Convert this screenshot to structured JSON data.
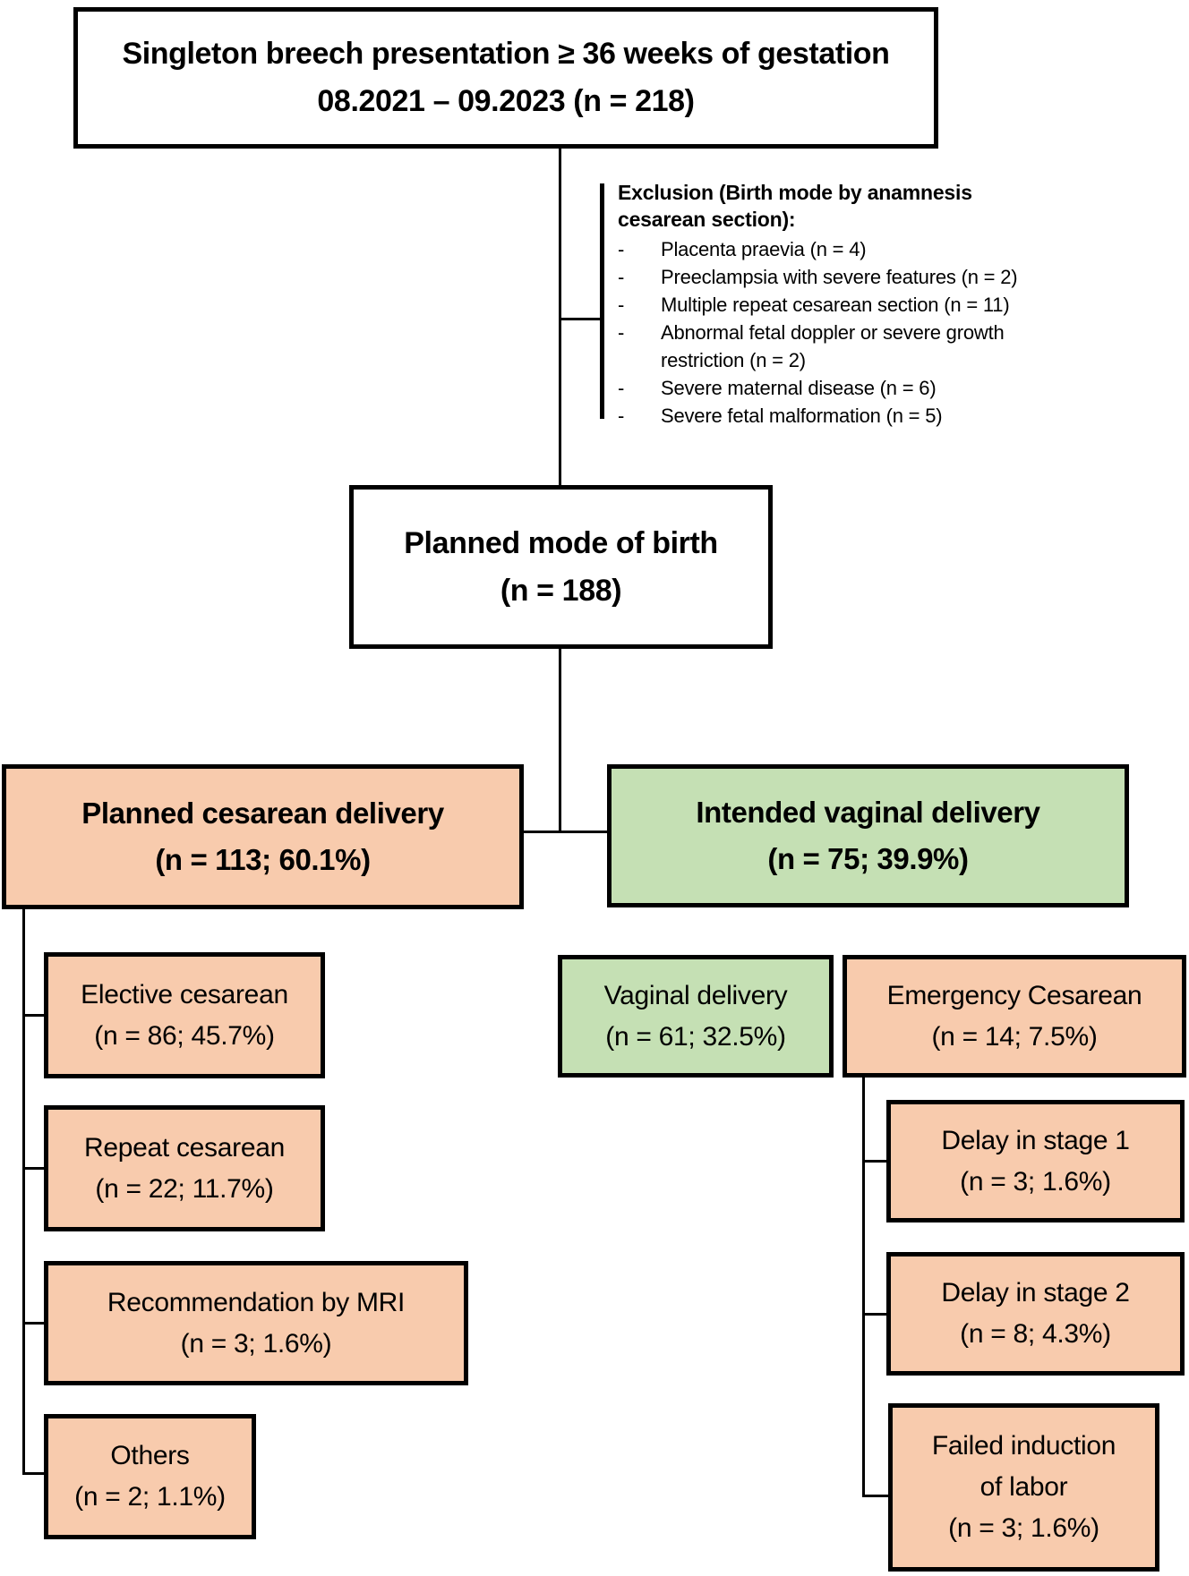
{
  "top_box": {
    "title": "Singleton breech presentation ≥ 36 weeks of gestation",
    "period": "08.2021 – 09.2023 (n = 218)"
  },
  "exclusion": {
    "title": "Exclusion (Birth mode by anamnesis cesarean section):",
    "dash": "-",
    "items": [
      "Placenta praevia (n = 4)",
      "Preeclampsia with severe features (n = 2)",
      "Multiple repeat cesarean section (n = 11)",
      "Abnormal fetal doppler or severe growth restriction (n = 2)",
      "Severe maternal disease (n = 6)",
      "Severe fetal malformation (n = 5)"
    ]
  },
  "planned_mode": {
    "label": "Planned mode of birth",
    "stat": "(n = 188)"
  },
  "branches": {
    "planned_cesarean": {
      "label": "Planned cesarean delivery",
      "stat": "(n = 113; 60.1%)"
    },
    "intended_vaginal": {
      "label": "Intended vaginal delivery",
      "stat": "(n = 75; 39.9%)"
    }
  },
  "cesarean_outcomes": [
    {
      "label": "Elective cesarean",
      "stat": "(n = 86; 45.7%)"
    },
    {
      "label": "Repeat cesarean",
      "stat": "(n = 22; 11.7%)"
    },
    {
      "label": "Recommendation by MRI",
      "stat": "(n = 3; 1.6%)"
    },
    {
      "label": "Others",
      "stat": "(n = 2; 1.1%)"
    }
  ],
  "vaginal_outcomes": [
    {
      "label": "Vaginal delivery",
      "stat": "(n = 61; 32.5%)"
    },
    {
      "label": "Emergency Cesarean",
      "stat": "(n = 14; 7.5%)"
    }
  ],
  "emergency_reasons": [
    {
      "label": "Delay in stage 1",
      "stat": "(n = 3; 1.6%)"
    },
    {
      "label": "Delay in stage 2",
      "stat": "(n = 8; 4.3%)"
    },
    {
      "label": "Failed induction of labor",
      "stat": "(n = 3; 1.6%)"
    }
  ],
  "colors": {
    "cesarean_fill": "#F8CBAD",
    "vaginal_fill": "#C5E0B4",
    "border": "#000000",
    "connector": "#000000"
  }
}
